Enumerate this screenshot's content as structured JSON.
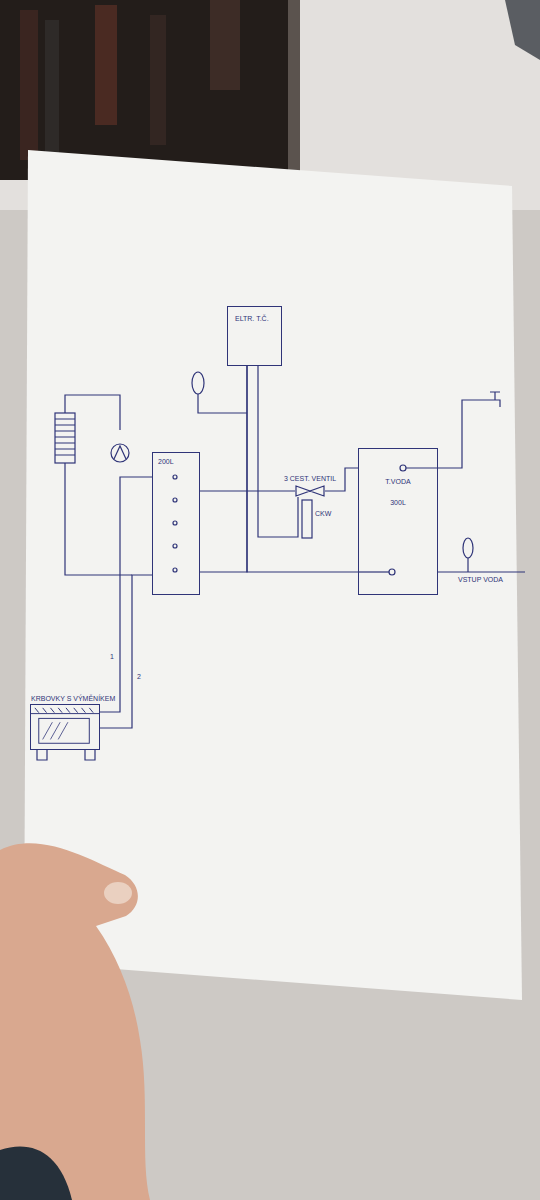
{
  "diagram": {
    "nodes": [
      {
        "text": [
          "ELTR. T.Č."
        ]
      },
      {
        "text": [
          "200L"
        ]
      },
      {
        "text": [
          "3 CEST. VENTIL"
        ]
      },
      {
        "text": [
          "T.VODA",
          "300L"
        ]
      },
      {
        "text": [
          "KRBOVKY S VÝMĚNÍKEM"
        ]
      }
    ],
    "edges": [
      {
        "from": 0,
        "to": 2,
        "arrow": "none"
      },
      {
        "from": 2,
        "to": 1,
        "arrow": "none"
      },
      {
        "from": 2,
        "to": 3,
        "arrow": "none"
      },
      {
        "from": 1,
        "to": 0,
        "arrow": "none"
      },
      {
        "from": 3,
        "to": 0,
        "arrow": "none"
      },
      {
        "from": 4,
        "to": 1,
        "arrow": "none"
      },
      {
        "from": 4,
        "to": 1,
        "arrow": "none"
      }
    ],
    "labels": [
      "CKW",
      "VSTUP VODA",
      "1",
      "2"
    ]
  }
}
